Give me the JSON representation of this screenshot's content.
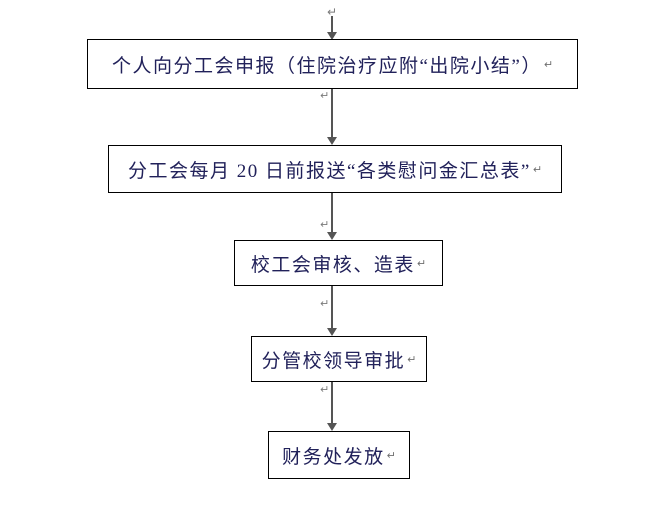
{
  "document": {
    "title": "慰问金发放流程图",
    "paragraph_mark": "↵",
    "text_color": "#21215a",
    "line_color": "#555555",
    "border_color": "#000000",
    "background": "#ffffff"
  },
  "flow": {
    "type": "flowchart",
    "orientation": "top-to-bottom",
    "top_return_mark": "↵",
    "nodes": [
      {
        "id": "apply",
        "label": "个人向分工会申报（住院治疗应附“出院小结”）",
        "trailing_mark": "↵",
        "shape": "rectangle"
      },
      {
        "id": "submit",
        "label": "分工会每月 20 日前报送“各类慰问金汇总表”",
        "trailing_mark": "↵",
        "shape": "rectangle"
      },
      {
        "id": "review",
        "label": "校工会审核、造表",
        "trailing_mark": "↵",
        "shape": "rectangle"
      },
      {
        "id": "approve",
        "label": "分管校领导审批",
        "trailing_mark": "↵",
        "shape": "rectangle"
      },
      {
        "id": "disburse",
        "label": "财务处发放",
        "trailing_mark": "↵",
        "shape": "rectangle"
      }
    ],
    "connectors": [
      {
        "id": "top",
        "from": "",
        "to": "apply",
        "arrow": "down",
        "mark": ""
      },
      {
        "id": "1",
        "from": "apply",
        "to": "submit",
        "arrow": "down",
        "mark": "↵"
      },
      {
        "id": "2",
        "from": "submit",
        "to": "review",
        "arrow": "down",
        "mark": "↵"
      },
      {
        "id": "3",
        "from": "review",
        "to": "approve",
        "arrow": "down",
        "mark": "↵"
      },
      {
        "id": "4",
        "from": "approve",
        "to": "disburse",
        "arrow": "down",
        "mark": "↵"
      }
    ]
  }
}
